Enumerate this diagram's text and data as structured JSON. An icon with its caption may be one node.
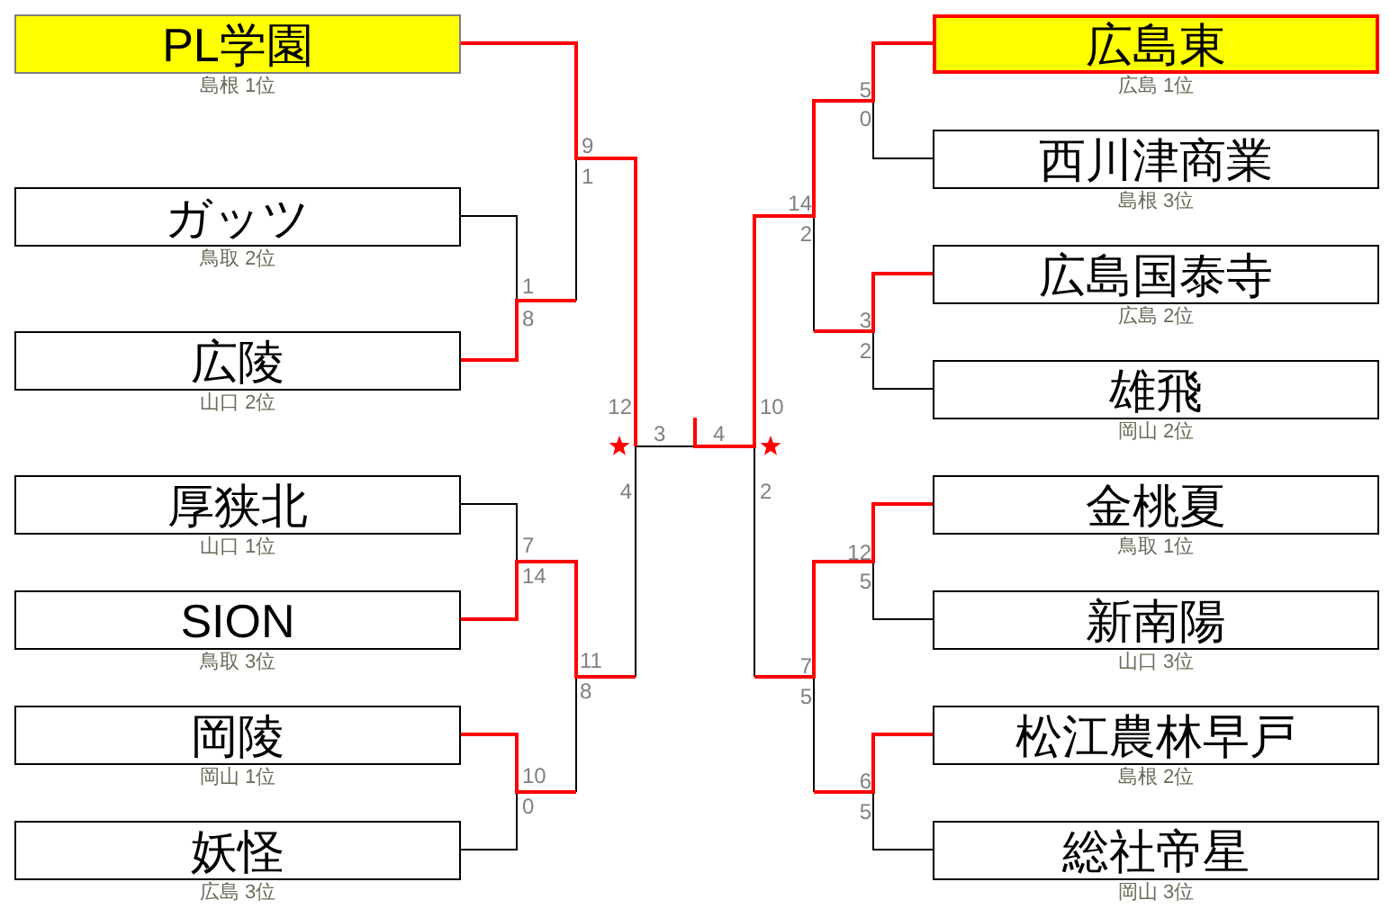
{
  "diagram": {
    "nodes": [
      {
        "text": [
          "PL学園"
        ],
        "beside": [
          "島根 1位"
        ]
      },
      {
        "text": [
          "ガッツ"
        ],
        "beside": [
          "鳥取 2位"
        ]
      },
      {
        "text": [
          "広陵"
        ],
        "beside": [
          "山口 2位"
        ]
      },
      {
        "text": [
          "厚狭北"
        ],
        "beside": [
          "山口 1位"
        ]
      },
      {
        "text": [
          "SION"
        ],
        "beside": [
          "鳥取 3位"
        ]
      },
      {
        "text": [
          "岡陵"
        ],
        "beside": [
          "岡山 1位"
        ]
      },
      {
        "text": [
          "妖怪"
        ],
        "beside": [
          "広島 3位"
        ]
      },
      {
        "text": [
          "広島東"
        ],
        "beside": [
          "広島 1位"
        ]
      },
      {
        "text": [
          "西川津商業"
        ],
        "beside": [
          "島根 3位"
        ]
      },
      {
        "text": [
          "広島国泰寺"
        ],
        "beside": [
          "広島 2位"
        ]
      },
      {
        "text": [
          "雄飛"
        ],
        "beside": [
          "岡山 2位"
        ]
      },
      {
        "text": [
          "金桃夏"
        ],
        "beside": [
          "鳥取 1位"
        ]
      },
      {
        "text": [
          "新南陽"
        ],
        "beside": [
          "山口 3位"
        ]
      },
      {
        "text": [
          "松江農林早戸"
        ],
        "beside": [
          "島根 2位"
        ]
      },
      {
        "text": [
          "総社帝星"
        ],
        "beside": [
          "岡山 3位"
        ]
      }
    ],
    "labels": [
      "9",
      "1",
      "1",
      "8",
      "7",
      "14",
      "11",
      "8",
      "10",
      "0",
      "12",
      "4",
      "3",
      "4",
      "10",
      "2",
      "5",
      "0",
      "14",
      "2",
      "3",
      "2",
      "12",
      "5",
      "7",
      "5",
      "6",
      "5"
    ]
  }
}
